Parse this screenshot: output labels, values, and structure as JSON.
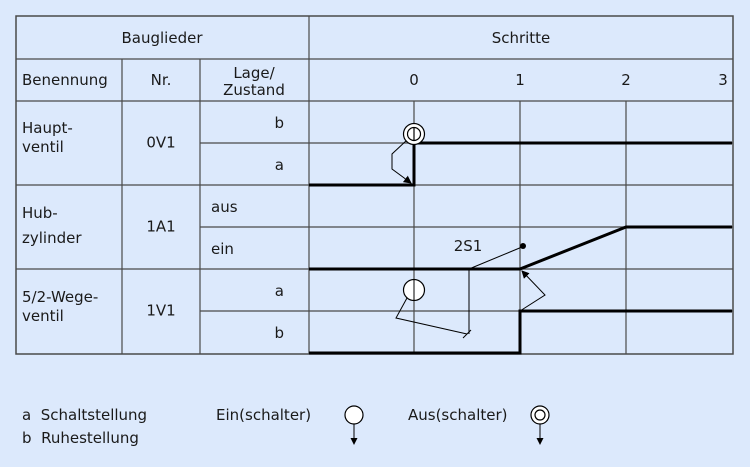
{
  "header": {
    "bauglieder": "Bauglieder",
    "schritte": "Schritte",
    "col_benennung": "Benennung",
    "col_nr": "Nr.",
    "col_lage_line1": "Lage/",
    "col_lage_line2": "Zustand",
    "steps": [
      "0",
      "1",
      "2",
      "3"
    ]
  },
  "components": [
    {
      "name_line1": "Haupt-",
      "name_line2": "ventil",
      "nr": "0V1",
      "states": [
        "b",
        "a"
      ],
      "state_align": "right"
    },
    {
      "name_line1": "Hub-",
      "name_line2": "zylinder",
      "nr": "1A1",
      "states": [
        "aus",
        "ein"
      ],
      "state_align": "left"
    },
    {
      "name_line1": "5/2-Wege-",
      "name_line2": "ventil",
      "nr": "1V1",
      "states": [
        "a",
        "b"
      ],
      "state_align": "right"
    }
  ],
  "signal_label": "2S1",
  "chart_data": {
    "type": "line",
    "title": "Schritte",
    "x": [
      0,
      1,
      2,
      3
    ],
    "series": [
      {
        "name": "0V1",
        "levels_top_to_bottom": [
          "b",
          "a"
        ],
        "points": [
          [
            -1,
            "a"
          ],
          [
            0,
            "a"
          ],
          [
            0,
            "b"
          ],
          [
            3,
            "b"
          ]
        ]
      },
      {
        "name": "1A1",
        "levels_top_to_bottom": [
          "aus",
          "ein"
        ],
        "points": [
          [
            -1,
            "ein"
          ],
          [
            1,
            "ein"
          ],
          [
            2,
            "aus"
          ],
          [
            3,
            "aus"
          ]
        ]
      },
      {
        "name": "1V1",
        "levels_top_to_bottom": [
          "a",
          "b"
        ],
        "points": [
          [
            -1,
            "b"
          ],
          [
            1,
            "b"
          ],
          [
            1,
            "a"
          ],
          [
            3,
            "a"
          ]
        ]
      }
    ],
    "signals": [
      {
        "type": "Aus(schalter)",
        "at_step": 0,
        "from": "0V1",
        "to": "0V1"
      },
      {
        "type": "Ein(schalter)",
        "at_step": 0,
        "from": "1V1",
        "to": "1V1"
      },
      {
        "type": "Grenztaster",
        "label": "2S1",
        "at_step": 1,
        "from": "1A1",
        "to": "1V1"
      },
      {
        "type": "Rückmeldung",
        "at_step": 1,
        "from": "1V1",
        "to": "1A1"
      }
    ]
  },
  "legend": {
    "a_key": "a",
    "a_text": "Schaltstellung",
    "b_key": "b",
    "b_text": "Ruhestellung",
    "ein_label": "Ein(schalter)",
    "aus_label": "Aus(schalter)"
  },
  "colors": {
    "background": "#dce9fc",
    "grid": "#4a4a4a",
    "signal_line": "#000000"
  }
}
